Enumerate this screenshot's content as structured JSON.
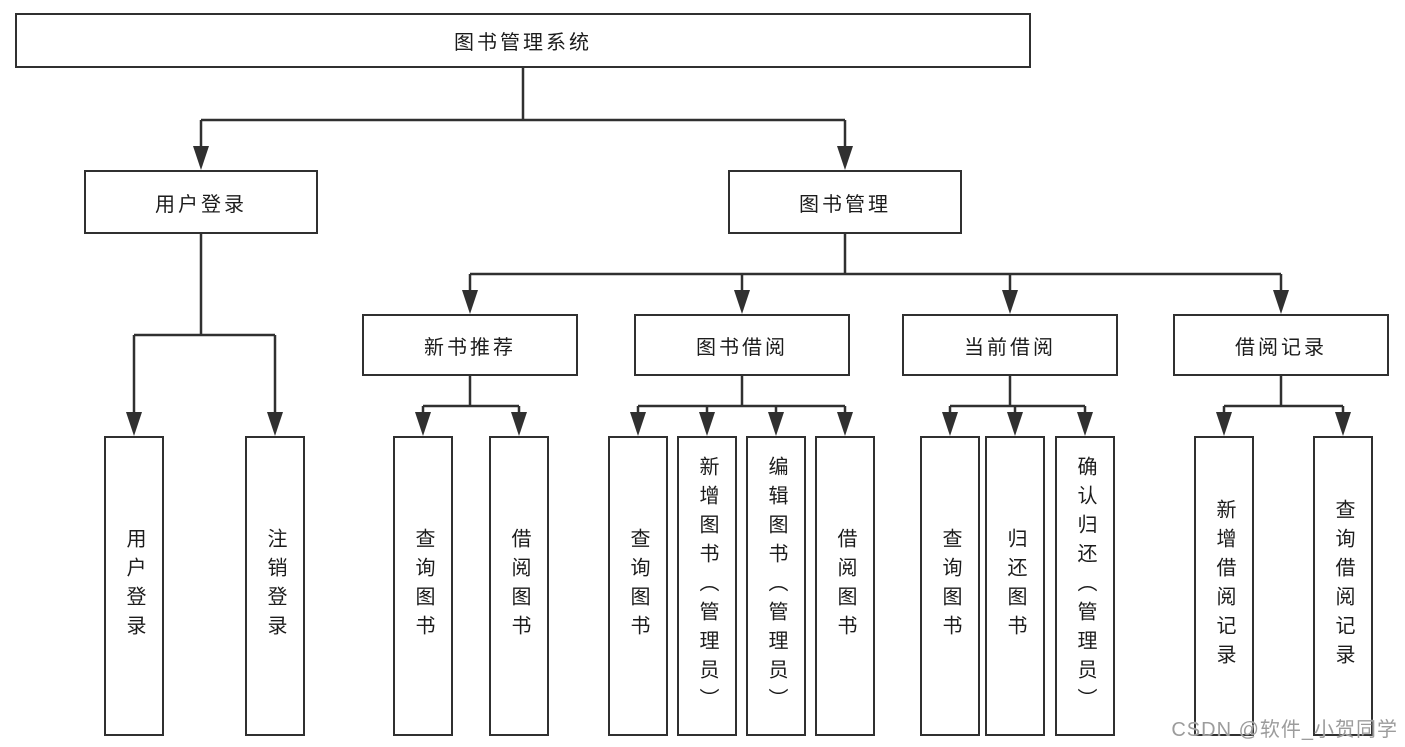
{
  "diagram": {
    "type": "hierarchy-tree",
    "tree": {
      "root": "图书管理系统",
      "children": [
        {
          "label": "用户登录",
          "children": [
            "用户登录",
            "注销登录"
          ]
        },
        {
          "label": "图书管理",
          "children": [
            {
              "label": "新书推荐",
              "children": [
                "查询图书",
                "借阅图书"
              ]
            },
            {
              "label": "图书借阅",
              "children": [
                "查询图书",
                "新增图书（管理员）",
                "编辑图书（管理员）",
                "借阅图书"
              ]
            },
            {
              "label": "当前借阅",
              "children": [
                "查询图书",
                "归还图书",
                "确认归还（管理员）"
              ]
            },
            {
              "label": "借阅记录",
              "children": [
                "新增借阅记录",
                "查询借阅记录"
              ]
            }
          ]
        }
      ]
    },
    "colors": {
      "line": "#303030",
      "box_border": "#303030",
      "box_fill": "#ffffff",
      "text": "#1c1c1c",
      "background": "#ffffff",
      "watermark_text_color": "#9c9c9c"
    }
  },
  "watermark": {
    "text": "CSDN @软件_小贺同学"
  }
}
